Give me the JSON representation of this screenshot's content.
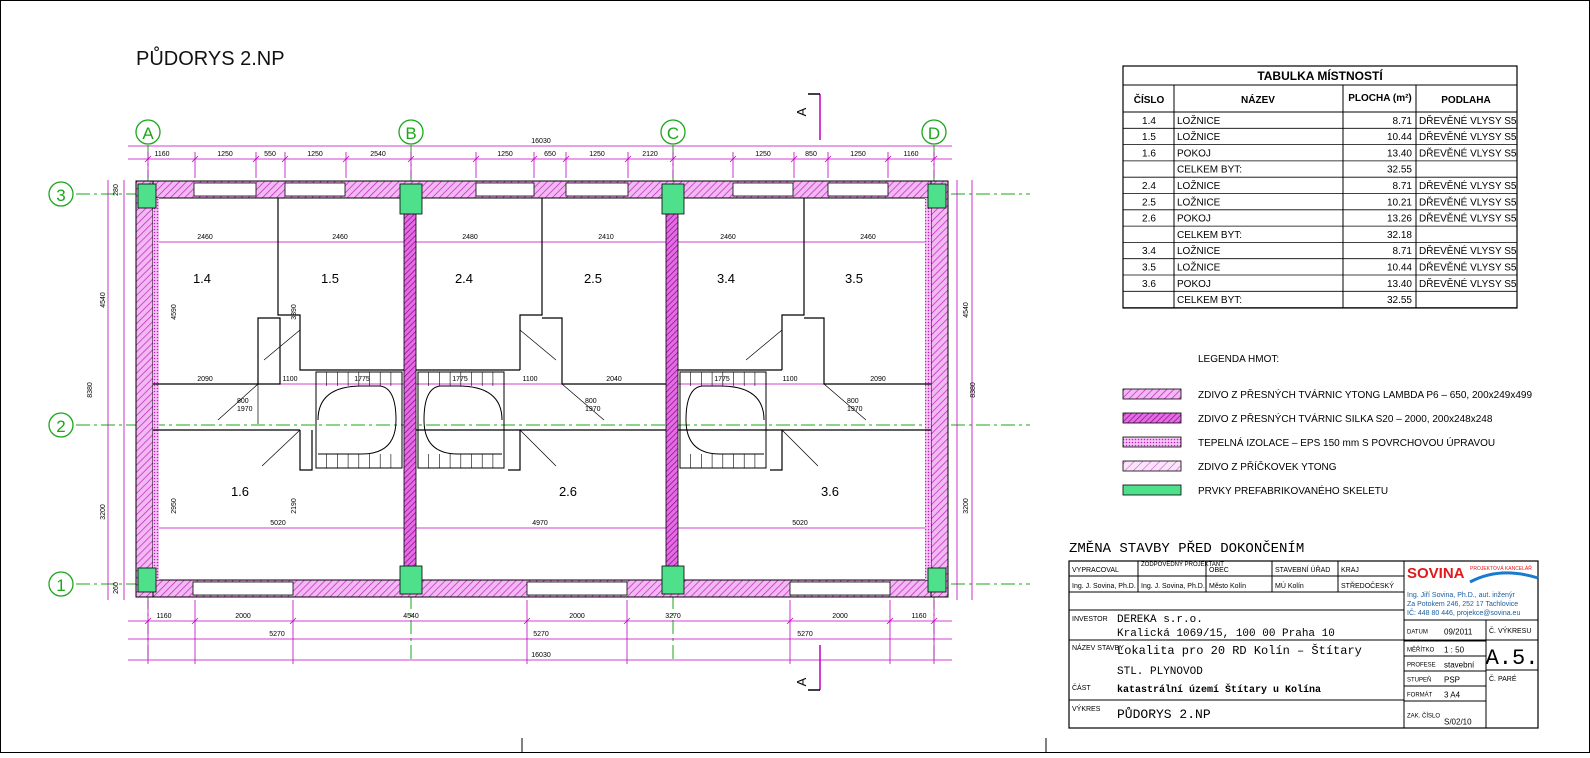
{
  "drawing_title": "PŮDORYS 2.NP",
  "section_mark": "A",
  "grid": {
    "cols": [
      "A",
      "B",
      "C",
      "D"
    ],
    "rows": [
      "3",
      "2",
      "1"
    ]
  },
  "rooms": [
    {
      "num": "1.4"
    },
    {
      "num": "1.5"
    },
    {
      "num": "2.4"
    },
    {
      "num": "2.5"
    },
    {
      "num": "3.4"
    },
    {
      "num": "3.5"
    },
    {
      "num": "1.6"
    },
    {
      "num": "2.6"
    },
    {
      "num": "3.6"
    }
  ],
  "dims_top": {
    "overall": "16030",
    "row1": [
      "1160",
      "1250",
      "550",
      "1250",
      "2540",
      "1250",
      "650",
      "1250",
      "2120",
      "1250",
      "850",
      "1250",
      "1160"
    ]
  },
  "dims_bottom": {
    "row1": [
      "1160",
      "2000",
      "4540",
      "2000",
      "3270",
      "2000",
      "1160"
    ],
    "row2": [
      "5270",
      "5270",
      "5270"
    ],
    "overall": "16030"
  },
  "dims_inner": [
    "2460",
    "2460",
    "2480",
    "2410",
    "2460",
    "2460",
    "2090",
    "1100",
    "1775",
    "1775",
    "1100",
    "2040",
    "1775",
    "1100",
    "2090",
    "5020",
    "4970",
    "5020"
  ],
  "dims_vertical": [
    "4540",
    "8380",
    "3200",
    "4590",
    "3390",
    "2950",
    "2190",
    "280",
    "260"
  ],
  "door_labels": [
    "800",
    "1970"
  ],
  "room_table": {
    "title": "TABULKA MÍSTNOSTÍ",
    "headers": [
      "ČÍSLO",
      "NÁZEV",
      "PLOCHA (m²)",
      "PODLAHA"
    ],
    "rows": [
      [
        "1.4",
        "LOŽNICE",
        "8.71",
        "DŘEVĚNÉ VLYSY   S5"
      ],
      [
        "1.5",
        "LOŽNICE",
        "10.44",
        "DŘEVĚNÉ VLYSY   S5"
      ],
      [
        "1.6",
        "POKOJ",
        "13.40",
        "DŘEVĚNÉ VLYSY   S5"
      ],
      [
        "",
        "CELKEM BYT:",
        "32.55",
        ""
      ],
      [
        "2.4",
        "LOŽNICE",
        "8.71",
        "DŘEVĚNÉ VLYSY   S5"
      ],
      [
        "2.5",
        "LOŽNICE",
        "10.21",
        "DŘEVĚNÉ VLYSY   S5"
      ],
      [
        "2.6",
        "POKOJ",
        "13.26",
        "DŘEVĚNÉ VLYSY   S5"
      ],
      [
        "",
        "CELKEM BYT:",
        "32.18",
        ""
      ],
      [
        "3.4",
        "LOŽNICE",
        "8.71",
        "DŘEVĚNÉ VLYSY   S5"
      ],
      [
        "3.5",
        "LOŽNICE",
        "10.44",
        "DŘEVĚNÉ VLYSY   S5"
      ],
      [
        "3.6",
        "POKOJ",
        "13.40",
        "DŘEVĚNÉ VLYSY   S5"
      ],
      [
        "",
        "CELKEM BYT:",
        "32.55",
        ""
      ]
    ]
  },
  "legend": {
    "title": "LEGENDA HMOT:",
    "items": [
      {
        "text": "ZDIVO Z PŘESNÝCH TVÁRNIC YTONG LAMBDA P6 – 650, 200x249x499",
        "fill": "#e879e8",
        "pattern": "diag"
      },
      {
        "text": "ZDIVO Z PŘESNÝCH TVÁRNIC SILKA S20 – 2000, 200x248x248",
        "fill": "#e040d8",
        "pattern": "diag"
      },
      {
        "text": "TEPELNÁ IZOLACE – EPS 150 mm S POVRCHOVOU ÚPRAVOU",
        "fill": "#f0a8f0",
        "pattern": "dots"
      },
      {
        "text": "ZDIVO Z PŘÍČKOVEK YTONG",
        "fill": "#e879e8",
        "pattern": "thin"
      },
      {
        "text": "PRVKY PREFABRIKOVANÉHO SKELETU",
        "fill": "#4fe08c",
        "pattern": "solid"
      }
    ]
  },
  "change_note": "ZMĚNA STAVBY PŘED DOKONČENÍM",
  "title_block": {
    "head_labels": [
      "VYPRACOVAL",
      "ZODPOVĚDNÝ PROJEKTANT",
      "OBEC",
      "STAVEBNÍ ÚŘAD",
      "KRAJ"
    ],
    "head_values": [
      "Ing. J. Sovina, Ph.D.",
      "Ing. J. Sovina, Ph.D.",
      "Město Kolín",
      "MÚ Kolín",
      "STŘEDOČESKÝ"
    ],
    "investor_label": "INVESTOR",
    "investor_name": "DEREKA s.r.o.",
    "investor_addr": "Kralická 1069/15,   100 00 Praha 10",
    "name_label": "NÁZEV STAVBY",
    "name_line1": "Lokalita pro 20 RD Kolín – Štítary",
    "name_line2": "STL. PLYNOVOD",
    "name_line3": "katastrální území Štítary u Kolína",
    "part_label": "ČÁST",
    "drawing_label": "VÝKRES",
    "drawing_name": "PŮDORYS 2.NP",
    "company": "SOVINA",
    "company_sub": "PROJEKTOVÁ KANCELÁŘ",
    "company_person": "Ing. Jiří Sovina, Ph.D., aut. inženýr",
    "company_addr": "Za Potokem 246, 252 17 Tachlovice",
    "company_contact": "IČ: 448 80 446,  projekce@sovina.eu",
    "fields": [
      {
        "label": "DATUM",
        "value": "09/2011"
      },
      {
        "label": "MĚŘÍTKO",
        "value": "1 : 50"
      },
      {
        "label": "PROFESE",
        "value": "stavební"
      },
      {
        "label": "STUPEŇ",
        "value": "PSP"
      },
      {
        "label": "FORMÁT",
        "value": "3 A4"
      },
      {
        "label": "ZAK. ČÍSLO",
        "value": "S/02/10"
      }
    ],
    "sheet_no_label": "Č. VÝKRESU",
    "sheet_no": "A.5.",
    "copy_label": "Č. PARÉ"
  }
}
